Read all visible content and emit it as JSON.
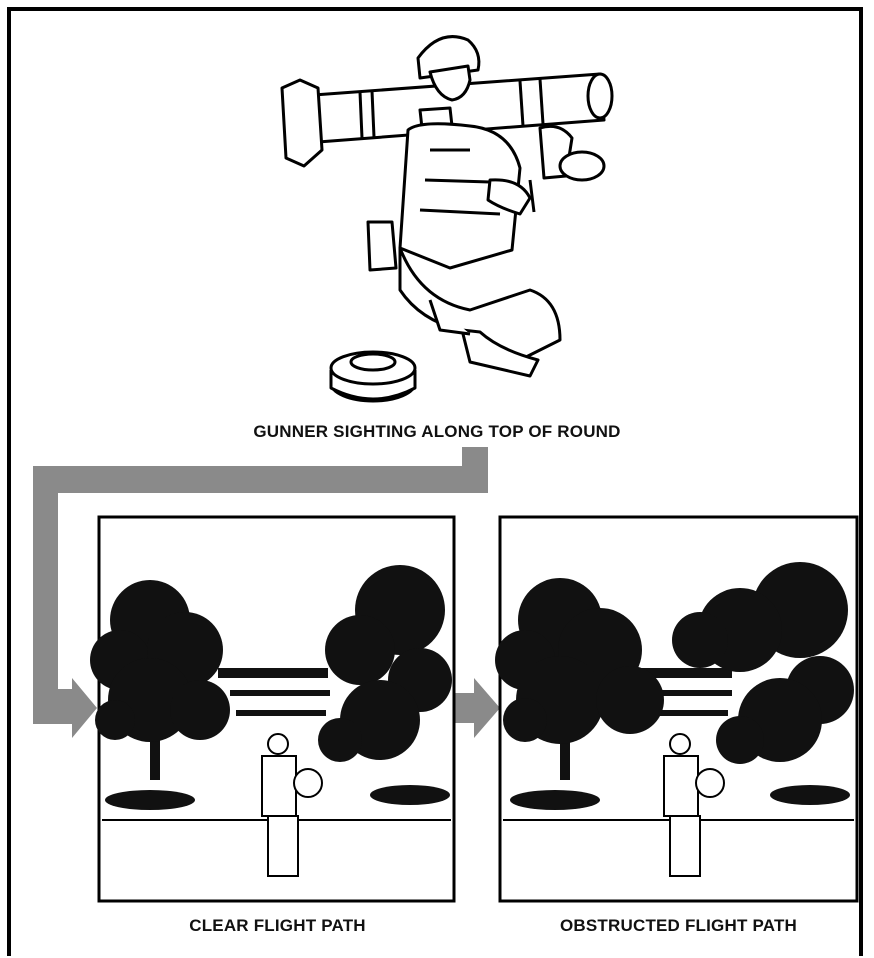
{
  "captions": {
    "main": "GUNNER SIGHTING ALONG TOP OF ROUND",
    "clear": "CLEAR FLIGHT PATH",
    "obstructed": "OBSTRUCTED FLIGHT PATH"
  },
  "colors": {
    "arrow": "#8a8a8a",
    "ink": "#000000",
    "paper": "#ffffff"
  }
}
